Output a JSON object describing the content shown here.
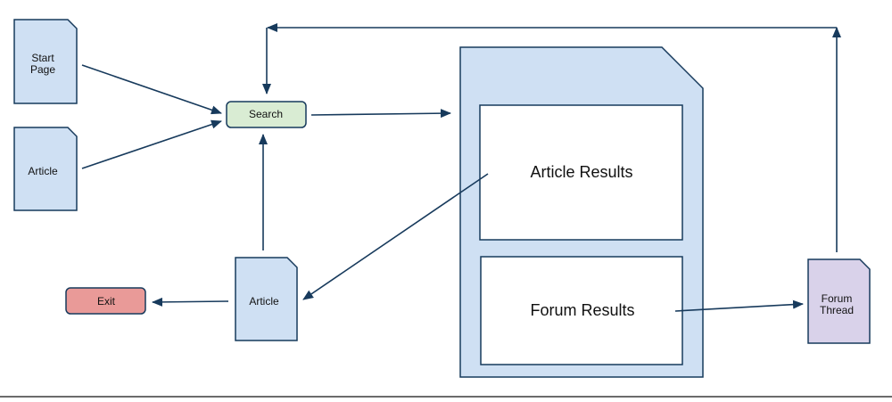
{
  "diagram": {
    "nodes": {
      "start_page": {
        "label_line1": "Start",
        "label_line2": "Page"
      },
      "article_top": {
        "label": "Article"
      },
      "search": {
        "label": "Search"
      },
      "results_panel": {
        "article_results": {
          "label": "Article Results"
        },
        "forum_results": {
          "label": "Forum Results"
        }
      },
      "article_bottom": {
        "label": "Article"
      },
      "exit": {
        "label": "Exit"
      },
      "forum_thread": {
        "label_line1": "Forum",
        "label_line2": "Thread"
      }
    },
    "colors": {
      "doc_fill": "#cfe0f3",
      "stroke": "#173a5c",
      "search_fill": "#d9ecd3",
      "exit_fill": "#e99a98",
      "forum_thread_fill": "#d9d2ea",
      "inner_box_fill": "#ffffff"
    }
  }
}
